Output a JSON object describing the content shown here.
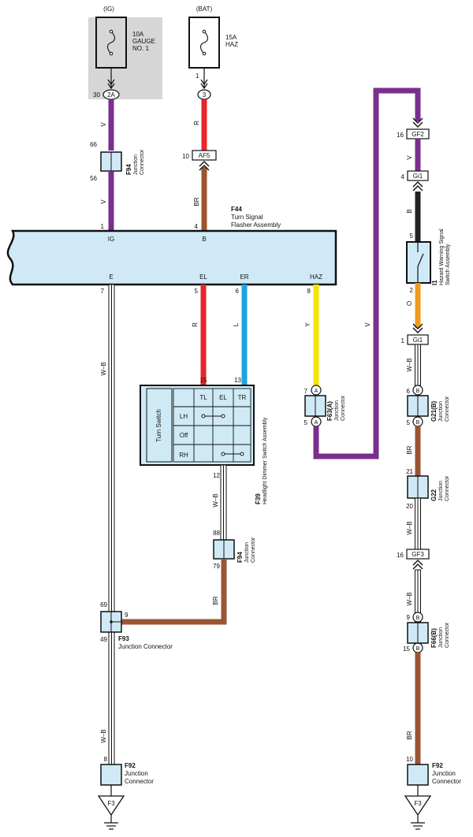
{
  "colors": {
    "violet": "#7a2f8e",
    "red": "#e8262a",
    "brown": "#9b5530",
    "blue": "#1ba6e0",
    "yellow": "#f4e300",
    "black": "#222222",
    "orange": "#f39a1e",
    "assembly_fill": "#cfeaf6",
    "ig_shade": "#d6d6d6"
  },
  "fuses": {
    "ig": {
      "source": "(IG)",
      "rating": "10A",
      "name1": "GAUGE",
      "name2": "NO. 1",
      "pin": "30",
      "connector": "2A"
    },
    "bat": {
      "source": "(BAT)",
      "rating": "15A",
      "name1": "HAZ",
      "pin": "1",
      "connector": "3"
    }
  },
  "wires": {
    "ig_upper": "V",
    "ig_lower": "V",
    "bat_upper": "R",
    "bat_lower": "BR",
    "el": "R",
    "er": "L",
    "haz": "Y",
    "haz_long": "V",
    "ground_upper": "W–B",
    "ground_lower": "W–B",
    "td_lower": "W–B",
    "td_mid": "BR",
    "rc_v": "V",
    "rc_b": "B",
    "rc_o": "O",
    "rc_wb1": "W–B",
    "rc_br1": "BR",
    "rc_wb2": "W–B",
    "rc_wb3": "W–B",
    "rc_br2": "BR"
  },
  "connectors": {
    "f94_top": {
      "id": "F94",
      "desc1": "Junction",
      "desc2": "Connector",
      "pin_top": "66",
      "pin_bottom": "56"
    },
    "af5": {
      "label": "AF5",
      "pin": "10"
    },
    "f63": {
      "id": "F63(A)",
      "desc1": "Junction",
      "desc2": "Connector",
      "pin_top": "7",
      "pin_bottom": "5",
      "badge": "A"
    },
    "f94_mid": {
      "id": "F94",
      "desc1": "Junction",
      "desc2": "Connector",
      "pin_top": "88",
      "pin_bottom": "79"
    },
    "f93": {
      "id": "F93",
      "desc": "Junction Connector",
      "pin_top": "69",
      "pin_bottom": "49",
      "pin_side": "9"
    },
    "f92_left": {
      "id": "F92",
      "desc1": "Junction",
      "desc2": "Connector",
      "pin": "8"
    },
    "gf2": {
      "label": "GF2",
      "pin": "16"
    },
    "gi1_top": {
      "label": "Gi1",
      "pin": "4"
    },
    "gi1_bot": {
      "label": "Gi1",
      "pin": "1"
    },
    "g21": {
      "id": "G21(B)",
      "desc1": "Junction",
      "desc2": "Connector",
      "pin_top": "6",
      "pin_bottom": "5",
      "badge": "B"
    },
    "g22": {
      "id": "G22",
      "desc1": "Junction",
      "desc2": "Connector",
      "pin_top": "21",
      "pin_bottom": "20"
    },
    "gf3": {
      "label": "GF3",
      "pin": "16"
    },
    "f66": {
      "id": "F66(B)",
      "desc1": "Junction",
      "desc2": "Connector",
      "pin_top": "9",
      "pin_bottom": "15",
      "badge": "B"
    },
    "f92_right": {
      "id": "F92",
      "desc1": "Junction",
      "desc2": "Connector",
      "pin": "10"
    }
  },
  "flasher": {
    "id": "F44",
    "name1": "Turn Signal",
    "name2": "Flasher Assembly",
    "terms_top": [
      {
        "pin": "1",
        "name": "IG"
      },
      {
        "pin": "4",
        "name": "B"
      }
    ],
    "terms_bottom": [
      {
        "pin": "7",
        "name": "E"
      },
      {
        "pin": "5",
        "name": "EL"
      },
      {
        "pin": "6",
        "name": "ER"
      },
      {
        "pin": "8",
        "name": "HAZ"
      }
    ]
  },
  "turn_switch": {
    "id": "F39",
    "name": "Headlight Dimmer Switch Assembly",
    "label": "Turn Switch",
    "cols": [
      "TL",
      "EL",
      "TR"
    ],
    "rows": [
      "LH",
      "Off",
      "RH"
    ],
    "pin_el": "15",
    "pin_er": "13",
    "pin_out": "12"
  },
  "hazard_switch": {
    "id": "I1",
    "name1": "Hazard Warning Signal",
    "name2": "Switch Assembly",
    "pin_top": "5",
    "pin_bottom": "2"
  },
  "grounds": {
    "left": "F3",
    "right": "F3"
  }
}
